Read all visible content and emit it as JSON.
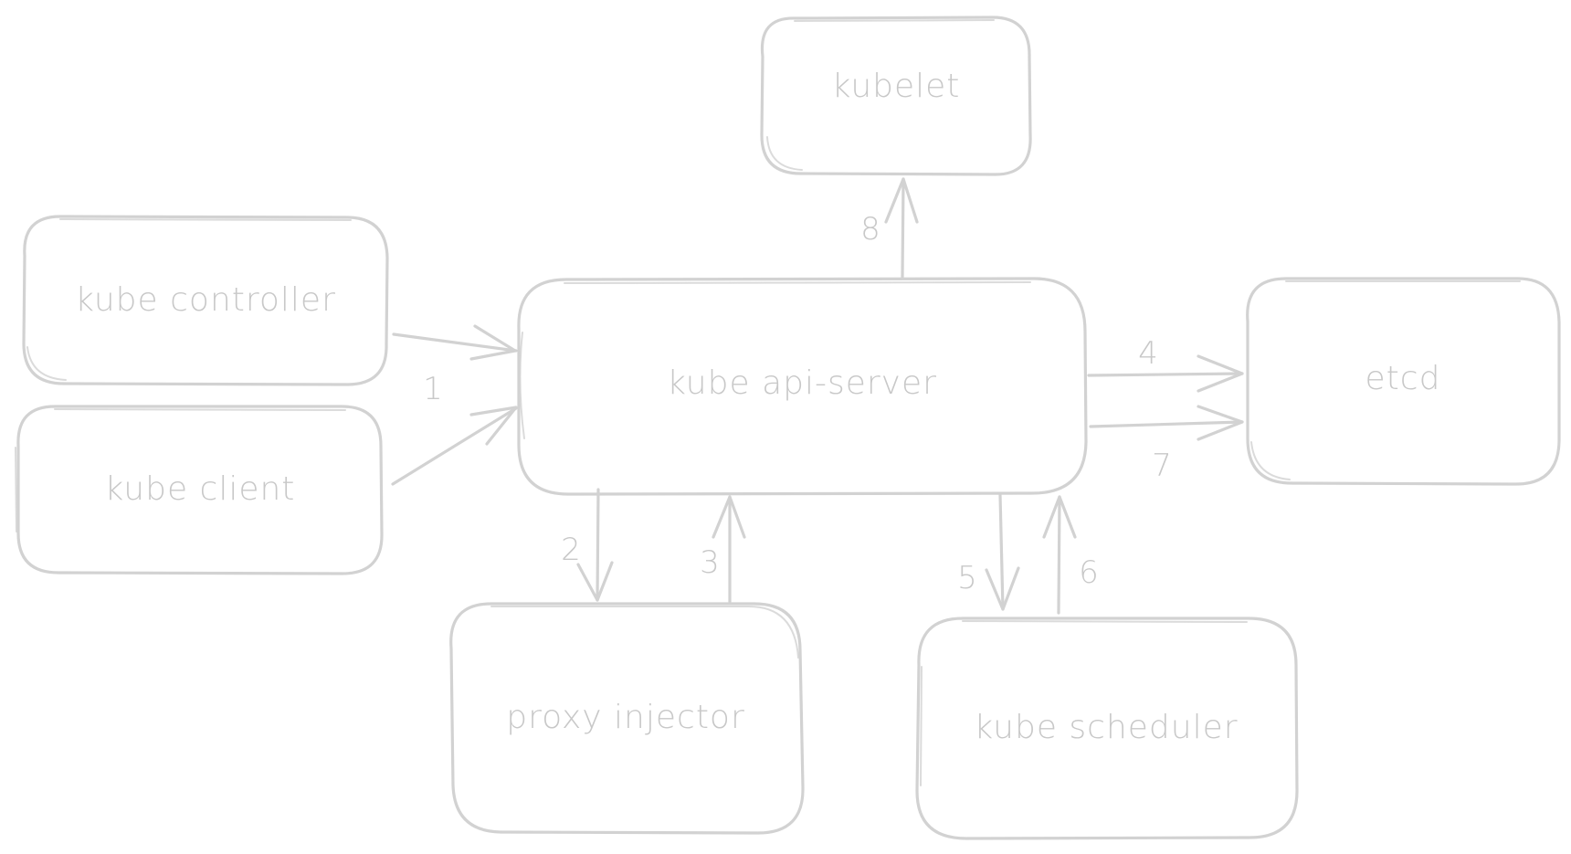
{
  "colors": {
    "stroke": "#d2d2d2",
    "text": "#c8c8c8",
    "background": "#ffffff"
  },
  "nodes": {
    "kubelet": "kubelet",
    "kube_controller": "kube controller",
    "kube_client": "kube client",
    "kube_api_server": "kube api-server",
    "etcd": "etcd",
    "proxy_injector": "proxy injector",
    "kube_scheduler": "kube scheduler"
  },
  "edges": {
    "e1": "1",
    "e2": "2",
    "e3": "3",
    "e4": "4",
    "e5": "5",
    "e6": "6",
    "e7": "7",
    "e8": "8"
  }
}
